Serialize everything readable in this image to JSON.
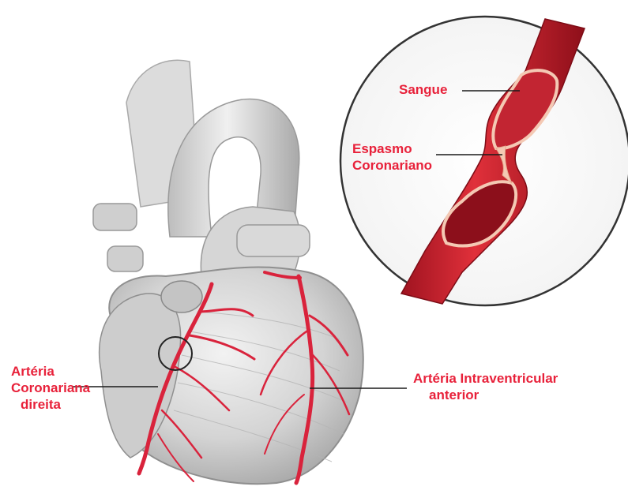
{
  "colors": {
    "label": "#e8213a",
    "artery": "#d9233c",
    "artery_dark": "#a5141f",
    "heart_fill": "#d9d9d9",
    "heart_shadow": "#9e9e9e",
    "leader_line": "#1a1a1a",
    "inset_border": "#333333"
  },
  "icons": {
    "heart": "heart-illustration-icon",
    "vessel": "artery-spasm-cross-section-icon",
    "marker": "circle-highlight-icon"
  },
  "labels": {
    "right_coronary": [
      "Artéria",
      "Coronariana",
      "direita"
    ],
    "anterior_interventricular": [
      "Artéria Intraventricular",
      "anterior"
    ],
    "blood": "Sangue",
    "spasm": [
      "Espasmo",
      "Coronariano"
    ]
  }
}
